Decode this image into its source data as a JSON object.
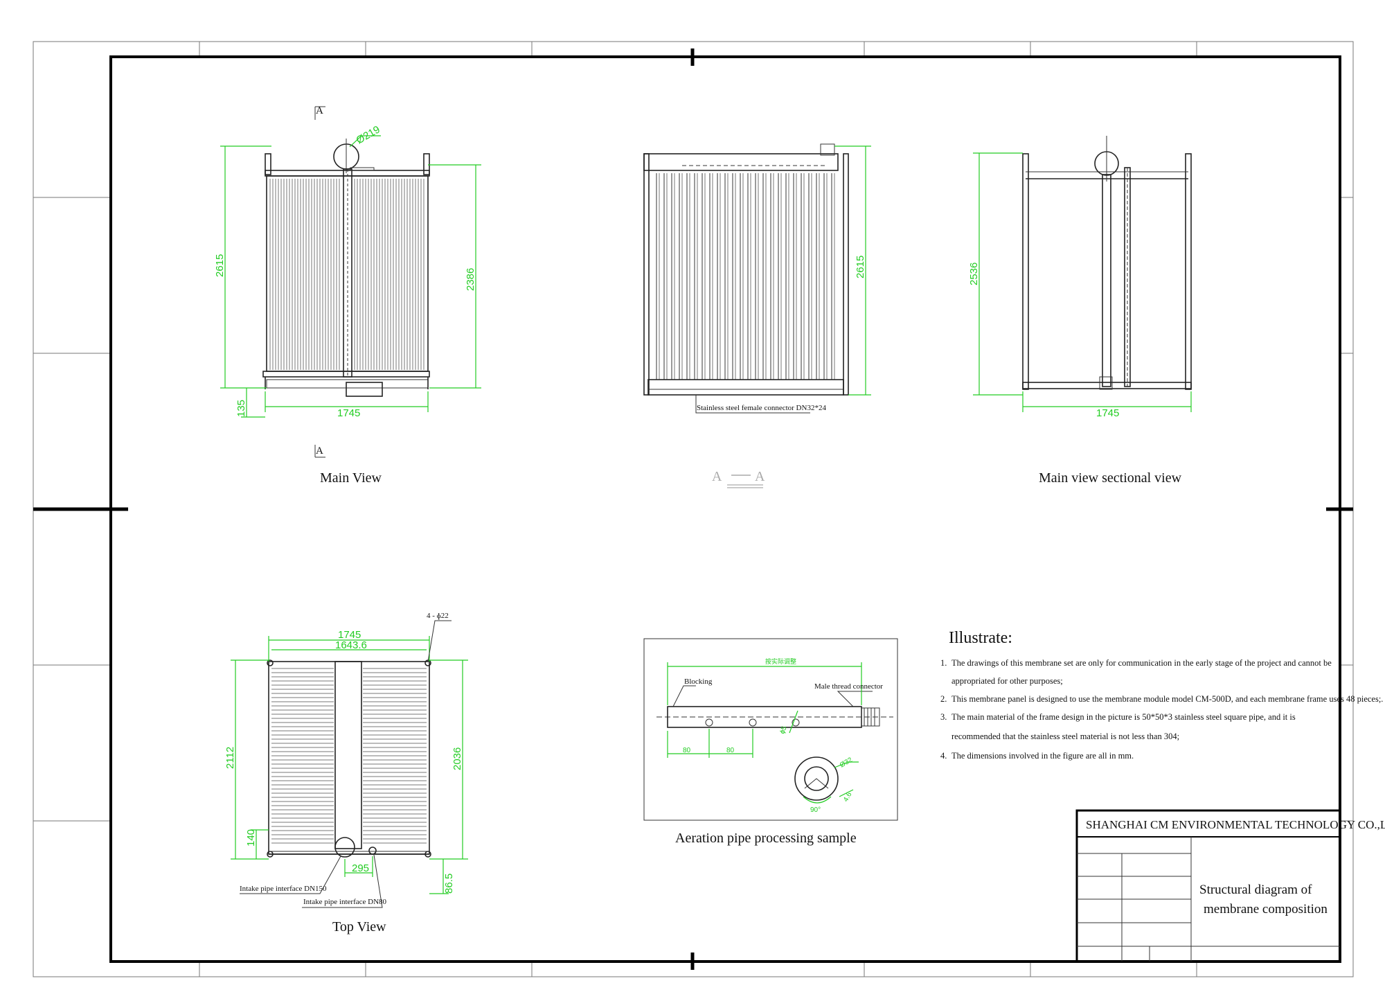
{
  "views": {
    "main_view": {
      "title": "Main View",
      "section_mark": "A",
      "dims": {
        "height_left": "2615",
        "height_right": "2386",
        "width": "1745",
        "bottom": "135",
        "pipe": "Ø219"
      }
    },
    "section_aa": {
      "title": "A — A",
      "dims": {
        "height": "2615"
      },
      "callout": "Stainless steel female connector DN32*24"
    },
    "main_sectional": {
      "title": "Main view sectional view",
      "dims": {
        "height": "2536",
        "width": "1745"
      }
    },
    "top_view": {
      "title": "Top View",
      "dims": {
        "width_outer": "1745",
        "width_inner": "1643.6",
        "height_left": "2112",
        "height_right": "2036",
        "bottom_left": "140",
        "bottom_gap": "295",
        "bottom_right": "86.5",
        "holes": "4 - ɸ22"
      },
      "callout_dn150": "Intake pipe interface DN150",
      "callout_dn80": "Intake pipe interface DN80"
    },
    "aeration": {
      "title": "Aeration pipe processing sample",
      "label_blocking": "Blocking",
      "label_male": "Male thread connector",
      "dims": {
        "top": "按实际调整",
        "spacing1": "80",
        "spacing2": "80",
        "hole": "ɸ5",
        "angle": "90°",
        "small1": "Ø32",
        "small2": "4.6"
      }
    }
  },
  "notes": {
    "heading": "Illustrate:",
    "items": [
      {
        "num": "1.",
        "line1": "The drawings of this membrane set are only for communication in the early stage of the project and cannot be",
        "line2": "appropriated for other purposes;"
      },
      {
        "num": "2.",
        "line1": "This membrane panel is designed to use the membrane module model CM-500D, and each membrane frame uses 48 pieces;.",
        "line2": ""
      },
      {
        "num": "3.",
        "line1": "The main material of the frame design in the picture is 50*50*3 stainless steel square pipe, and it is",
        "line2": "recommended that the stainless steel material is not less than 304;"
      },
      {
        "num": "4.",
        "line1": "The dimensions involved in the figure are all in mm.",
        "line2": ""
      }
    ]
  },
  "title_block": {
    "company": "SHANGHAI CM ENVIRONMENTAL TECHNOLOGY CO.,LTD.",
    "title_line1": "Structural diagram of",
    "title_line2": "membrane composition"
  }
}
